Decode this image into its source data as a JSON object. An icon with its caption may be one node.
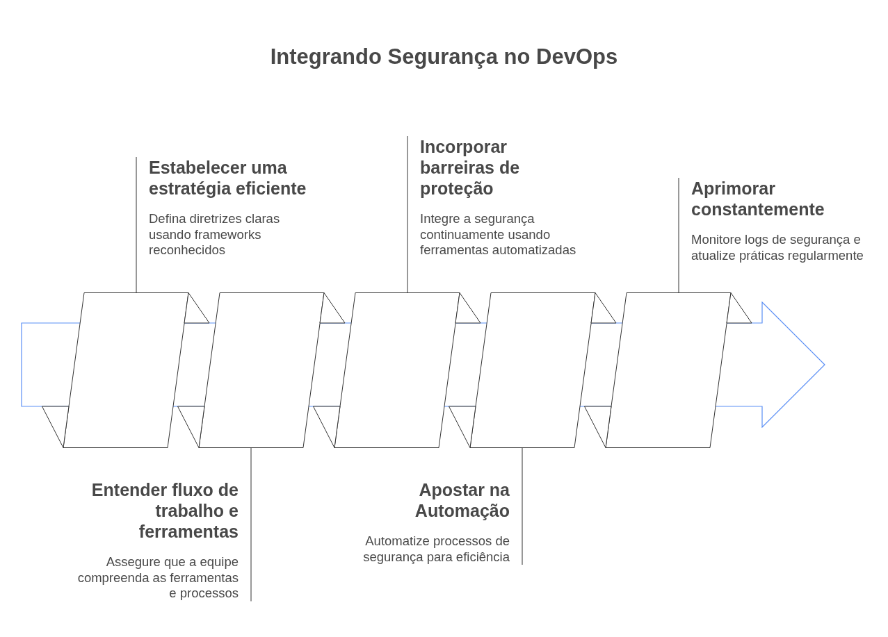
{
  "diagram": {
    "title": "Integrando Segurança no DevOps",
    "nodes": [
      {
        "text": [],
        "shape": "parallelogram"
      },
      {
        "text": [],
        "shape": "parallelogram"
      },
      {
        "text": [],
        "shape": "parallelogram"
      },
      {
        "text": [],
        "shape": "parallelogram"
      },
      {
        "text": [],
        "shape": "parallelogram"
      },
      {
        "text": [
          "Estabelecer uma estratégia eficiente",
          "Defina diretrizes claras usando frameworks reconhecidos"
        ]
      },
      {
        "text": [
          "Entender fluxo de trabalho e ferramentas",
          "Assegure que a equipe compreenda as ferramentas e processos"
        ]
      },
      {
        "text": [
          "Incorporar barreiras de proteção",
          "Integre a segurança continuamente usando ferramentas automatizadas"
        ]
      },
      {
        "text": [
          "Apostar na Automação",
          "Automatize processos de segurança para eficiência"
        ]
      },
      {
        "text": [
          "Aprimorar constantemente",
          "Monitore logs de segurança e atualize práticas regularmente"
        ]
      }
    ],
    "edges": [
      {
        "from": 5,
        "to": 0,
        "arrow": "none"
      },
      {
        "from": 6,
        "to": 1,
        "arrow": "none"
      },
      {
        "from": 7,
        "to": 2,
        "arrow": "none"
      },
      {
        "from": 8,
        "to": 3,
        "arrow": "none"
      },
      {
        "from": 9,
        "to": 4,
        "arrow": "none"
      }
    ]
  }
}
